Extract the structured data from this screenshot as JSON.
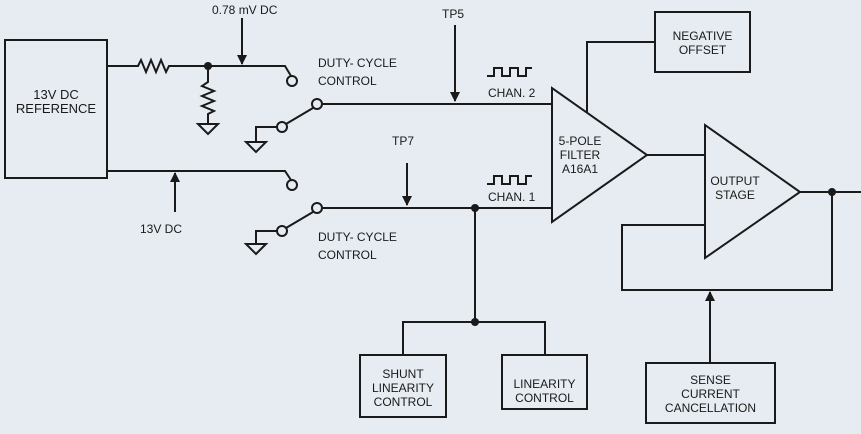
{
  "diagram": {
    "ref_box": {
      "line1": "13V DC",
      "line2": "REFERENCE"
    },
    "ref_output_label": "0.78 mV DC",
    "ref_13v_label": "13V DC",
    "tp5_label": "TP5",
    "tp7_label": "TP7",
    "duty_cycle_top": {
      "line1": "DUTY- CYCLE",
      "line2": "CONTROL"
    },
    "duty_cycle_bottom": {
      "line1": "DUTY- CYCLE",
      "line2": "CONTROL"
    },
    "chan2_label": "CHAN. 2",
    "chan1_label": "CHAN. 1",
    "filter": {
      "line1": "5-POLE",
      "line2": "FILTER",
      "line3": "A16A1"
    },
    "negative_offset": {
      "line1": "NEGATIVE",
      "line2": "OFFSET"
    },
    "output_stage": {
      "line1": "OUTPUT",
      "line2": "STAGE"
    },
    "shunt_linearity": {
      "line1": "SHUNT",
      "line2": "LINEARITY",
      "line3": "CONTROL"
    },
    "linearity_control": {
      "line1": "LINEARITY",
      "line2": "CONTROL"
    },
    "sense_current": {
      "line1": "SENSE",
      "line2": "CURRENT",
      "line3": "CANCELLATION"
    },
    "colors": {
      "background": "#e6ecf2",
      "ink": "#1a1a1a"
    }
  }
}
